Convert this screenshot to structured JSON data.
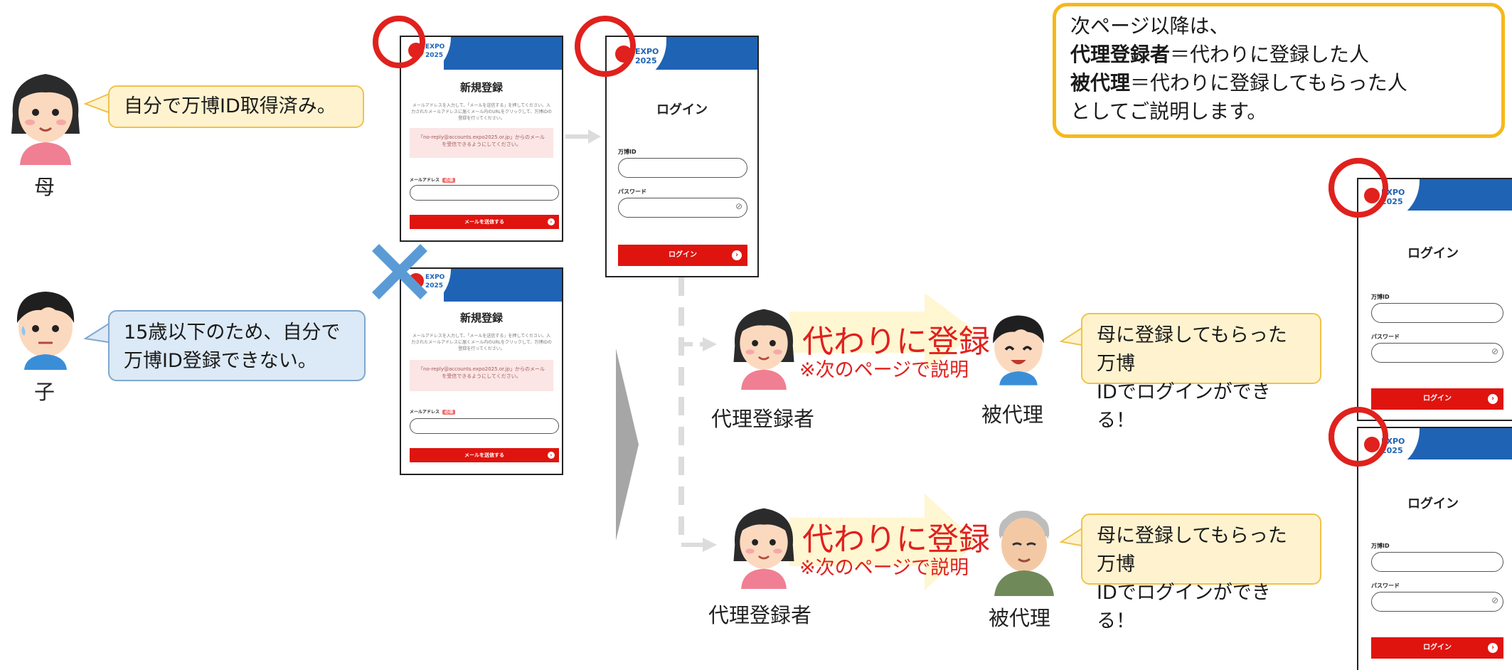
{
  "people": {
    "mother_label": "母",
    "child_label": "子"
  },
  "bubbles": {
    "mother": "自分で万博ID取得済み。",
    "child_line1": "15歳以下のため、自分で",
    "child_line2": "万博ID登録できない。",
    "proxied_line1": "母に登録してもらった万博",
    "proxied_line2": "IDでログインができる！"
  },
  "note": {
    "line1": "次ページ以降は、",
    "term1": "代理登録者",
    "def1": "＝代わりに登録した人",
    "term2": "被代理",
    "def2": "＝代わりに登録してもらった人",
    "line4": "としてご説明します。"
  },
  "proxy": {
    "big_label": "代わりに登録",
    "small_label": "※次のページで説明",
    "registrant_label": "代理登録者",
    "proxied_label": "被代理"
  },
  "register_screen": {
    "logo_line1": "EXPO",
    "logo_line2": "2025",
    "title": "新規登録",
    "desc": "メールアドレスを入力して、「メールを送信する」を押してください。入力されたメールアドレスに届くメール内のURLをクリックして、万博IDの登録を行ってください。",
    "notice": "「no-reply@accounts.expo2025.or.jp」からのメールを受信できるようにしてください。",
    "email_label": "メールアドレス",
    "required_badge": "必須",
    "send_button": "メールを送信する"
  },
  "login_screen": {
    "logo_line1": "EXPO",
    "logo_line2": "2025",
    "title": "ログイン",
    "id_label": "万博ID",
    "password_label": "パスワード",
    "login_button": "ログイン",
    "eye_icon_glyph": "⊘"
  },
  "colors": {
    "accent_red": "#e0211d",
    "expo_blue": "#1f63b5",
    "note_border": "#f6b81a",
    "cross_blue": "#5b9bd5"
  }
}
